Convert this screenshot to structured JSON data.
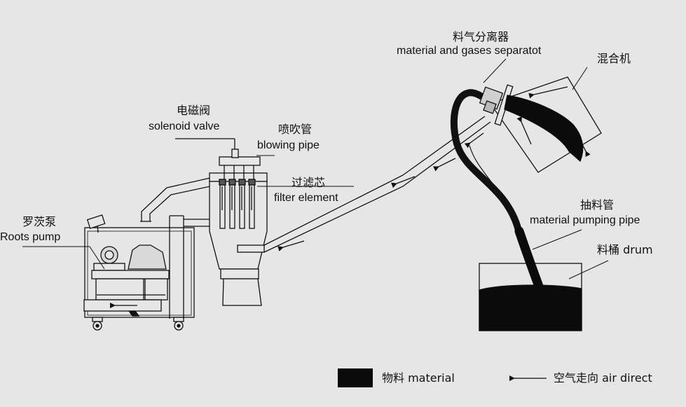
{
  "labels": {
    "separator_zh": "料气分离器",
    "separator_en": "material and gases separatot",
    "mixer_zh": "混合机",
    "solenoid_zh": "电磁阀",
    "solenoid_en": "solenoid valve",
    "blowing_zh": "喷吹管",
    "blowing_en": "blowing pipe",
    "filter_zh": "过滤芯",
    "filter_en": "filter element",
    "roots_zh": "罗茨泵",
    "roots_en": "Roots pump",
    "pumping_zh": "抽料管",
    "pumping_en": "material pumping pipe",
    "drum": "料桶 drum"
  },
  "legend": {
    "material": "物料 material",
    "air": "空气走向 air direct"
  },
  "colors": {
    "background": "#e6e6e6",
    "ink": "#111111",
    "material_fill": "#0b0b0b"
  }
}
